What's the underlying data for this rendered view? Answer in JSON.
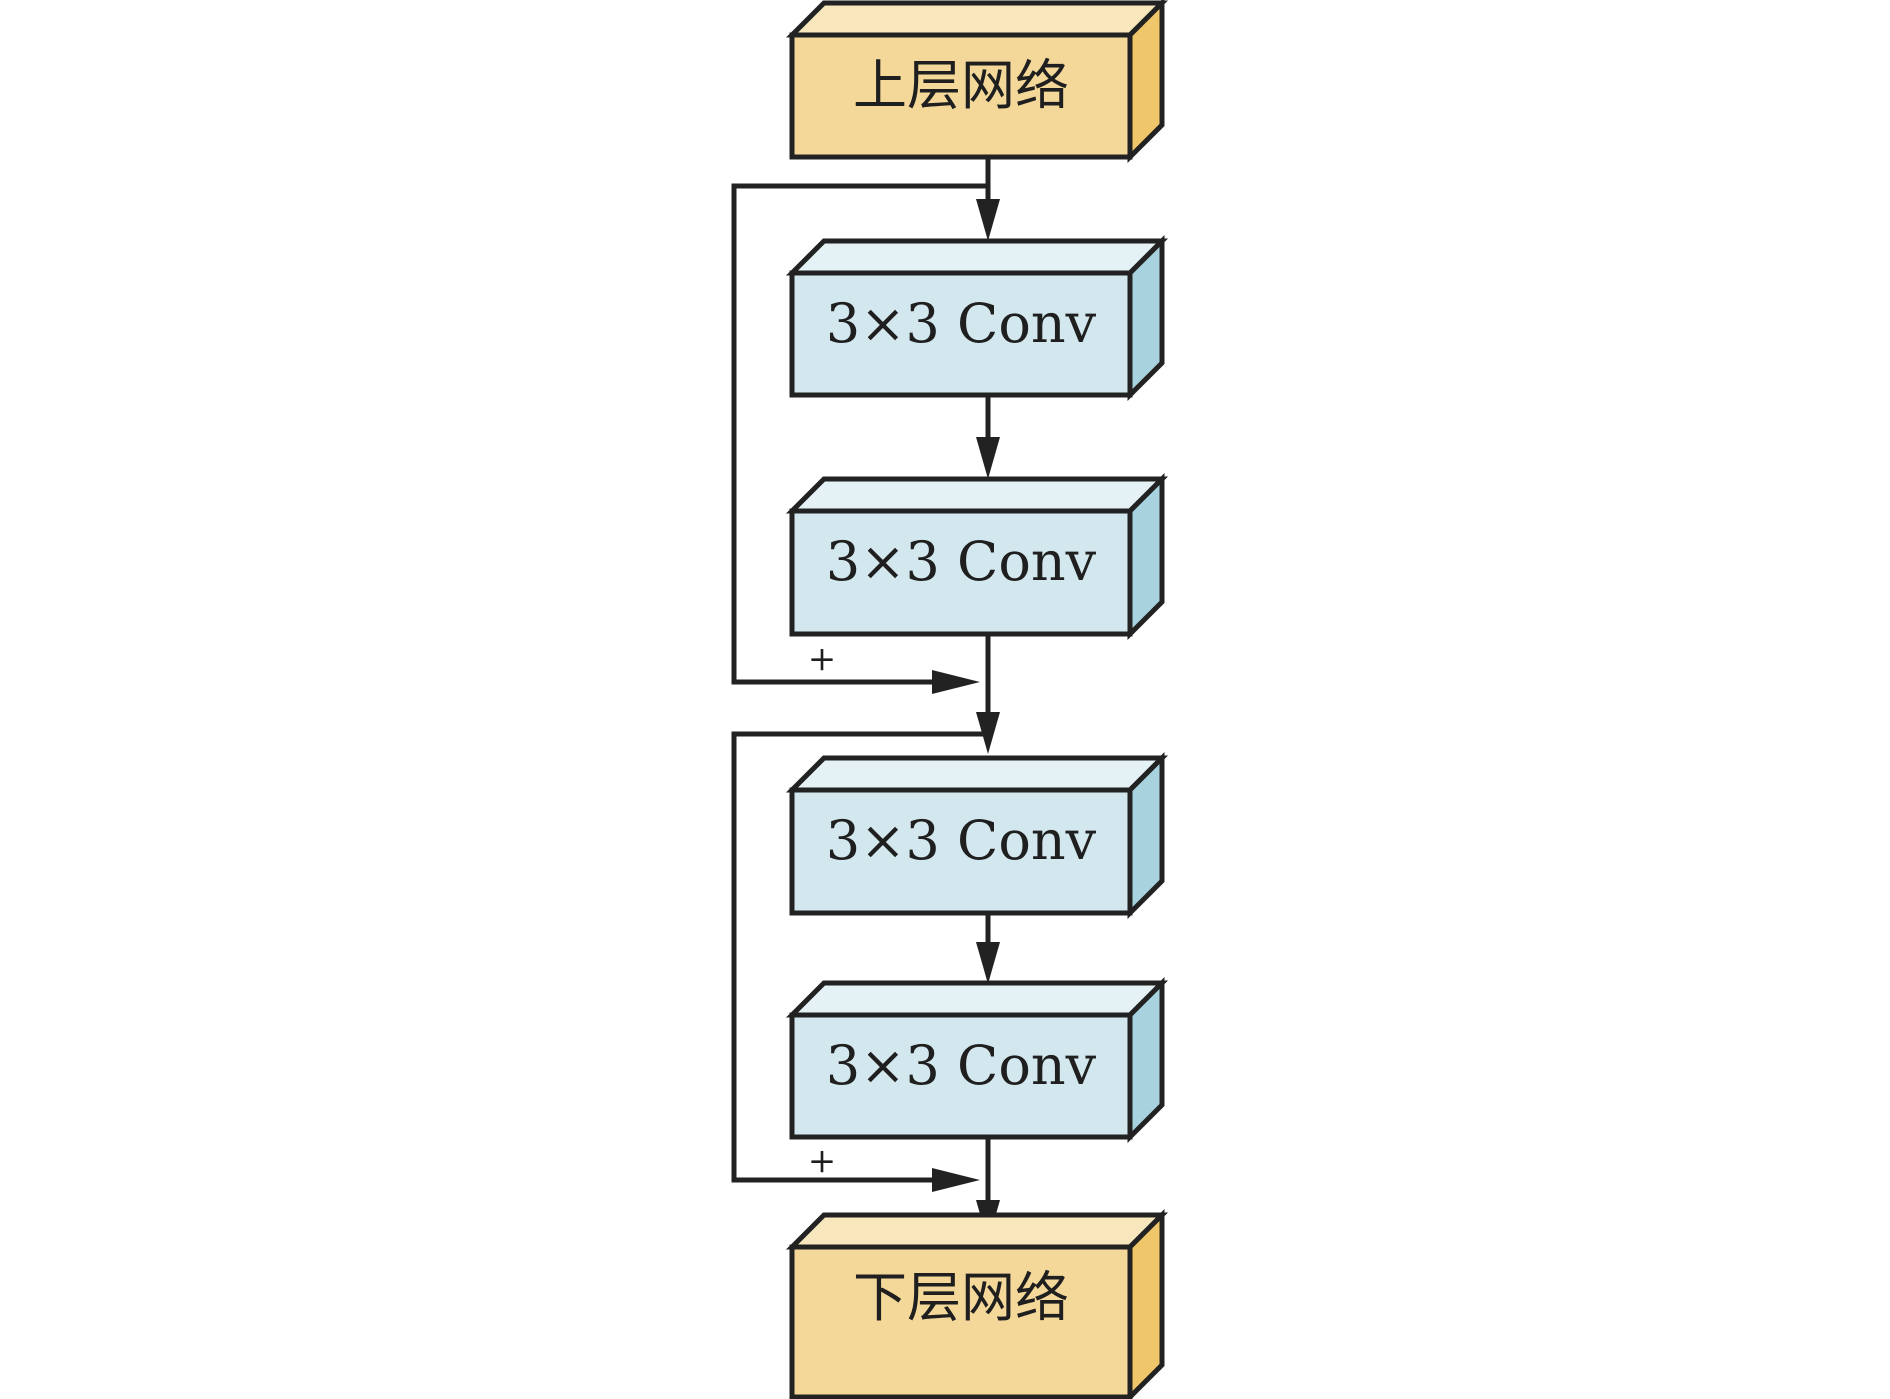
{
  "colors": {
    "io_front": "#f4d89a",
    "io_top": "#f8e6bd",
    "io_side": "#f0c66a",
    "conv_front": "#d3e8ee",
    "conv_top": "#e4f1f5",
    "conv_side": "#a9d2df",
    "line": "#222222"
  },
  "nodes": {
    "input": {
      "label": "上层网络",
      "kind": "io"
    },
    "conv1": {
      "label": "3×3 Conv",
      "kind": "conv"
    },
    "conv2": {
      "label": "3×3 Conv",
      "kind": "conv"
    },
    "conv3": {
      "label": "3×3 Conv",
      "kind": "conv"
    },
    "conv4": {
      "label": "3×3 Conv",
      "kind": "conv"
    },
    "output": {
      "label": "下层网络",
      "kind": "io"
    }
  },
  "residuals": [
    {
      "from": "input",
      "to": "conv2",
      "symbol": "+"
    },
    {
      "from": "conv2",
      "to": "conv4",
      "symbol": "+"
    }
  ]
}
